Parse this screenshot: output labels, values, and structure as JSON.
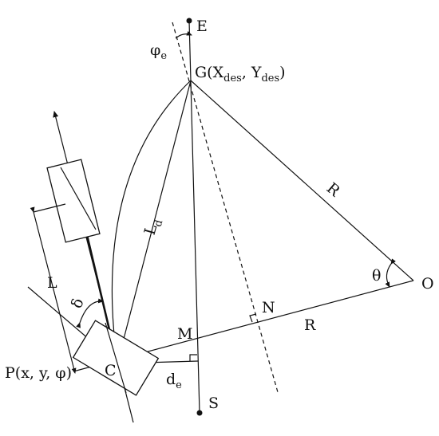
{
  "points": {
    "E": "E",
    "S": "S",
    "O": "O",
    "M": "M",
    "N": "N",
    "C": "C",
    "G": {
      "main": "G(X",
      "sub1": "des",
      "mid": ", Y",
      "sub2": "des",
      "end": ")"
    },
    "P": "P(x, y, φ)"
  },
  "quantities": {
    "phi_e": {
      "main": "φ",
      "sub": "e"
    },
    "L_d": {
      "main": "L",
      "sub": "d"
    },
    "R_upper": "R",
    "R_lower": "R",
    "theta": "θ",
    "delta": "δ",
    "L": "L",
    "d_e": {
      "main": "d",
      "sub": "e"
    }
  }
}
